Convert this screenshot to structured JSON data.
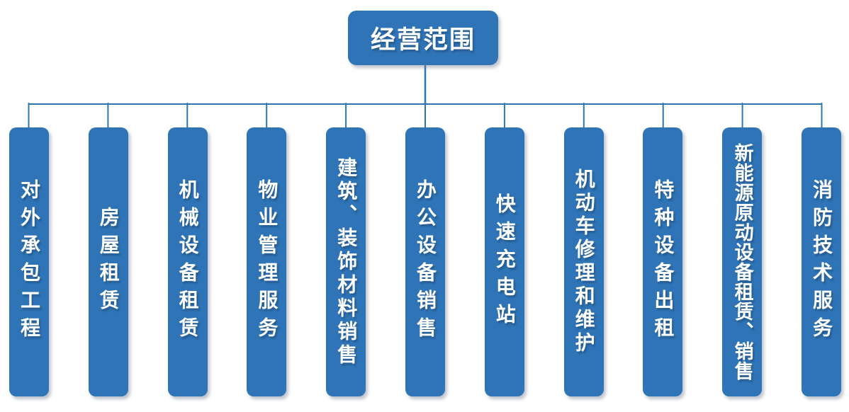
{
  "diagram": {
    "root": {
      "label": "经营范围"
    },
    "branches": [
      {
        "label": "对外承包工程"
      },
      {
        "label": "房屋租赁"
      },
      {
        "label": "机械设备租赁"
      },
      {
        "label": "物业管理服务"
      },
      {
        "label": "建筑、装饰材料销售"
      },
      {
        "label": "办公设备销售"
      },
      {
        "label": "快速充电站"
      },
      {
        "label": "机动车修理和维护"
      },
      {
        "label": "特种设备出租"
      },
      {
        "label": "新能源原动设备租赁、销售"
      },
      {
        "label": "消防技术服务"
      }
    ],
    "colors": {
      "node_fill": "#2E74B6",
      "connector": "#2E75B6",
      "text": "#FFFFFF",
      "background": "#FFFFFF"
    }
  }
}
